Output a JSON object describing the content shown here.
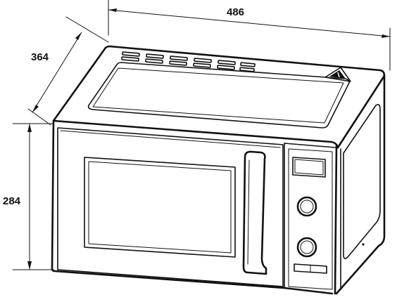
{
  "dimensions": {
    "width": "486",
    "depth": "364",
    "height": "284"
  },
  "colors": {
    "stroke": "#111111",
    "background": "#ffffff"
  },
  "icons": {
    "warning": "warning-triangle-icon"
  }
}
